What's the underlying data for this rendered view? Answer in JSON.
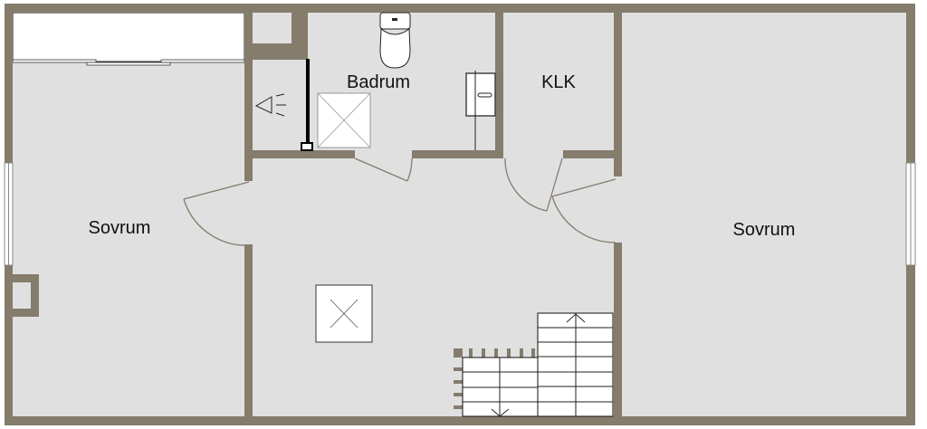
{
  "plan": {
    "colors": {
      "wall": "#857c6c",
      "floor": "#e0e0e0",
      "fixture": "#ffffff"
    },
    "rooms": [
      {
        "id": "bedroom-left",
        "label": "Sovrum"
      },
      {
        "id": "bathroom",
        "label": "Badrum"
      },
      {
        "id": "closet",
        "label": "KLK"
      },
      {
        "id": "bedroom-right",
        "label": "Sovrum"
      }
    ]
  }
}
